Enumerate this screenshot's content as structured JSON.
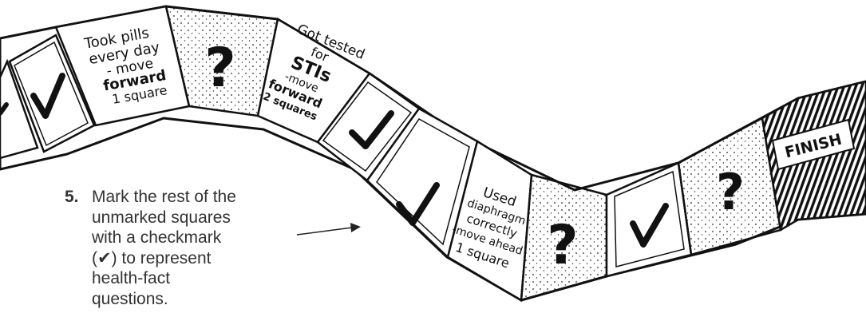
{
  "squares": {
    "took_pills": {
      "line1": "Took pills",
      "line2": "every day",
      "line3": "- move",
      "line4": "forward",
      "line5": "1 square"
    },
    "tested": {
      "line1": "Got tested",
      "line2": "for",
      "line3": "STIs",
      "line4": "-move",
      "line5": "forward",
      "line6": "2 squares"
    },
    "diaphragm": {
      "line1": "Used",
      "line2": "diaphragm",
      "line3": "correctly",
      "line4": "-move ahead",
      "line5": "1 square"
    },
    "finish": "FINISH",
    "question_mark": "?",
    "checkmark": "✔"
  },
  "instruction": {
    "number": "5.",
    "text": "Mark the rest of the unmarked squares with a checkmark (✔) to represent health-fact questions."
  }
}
